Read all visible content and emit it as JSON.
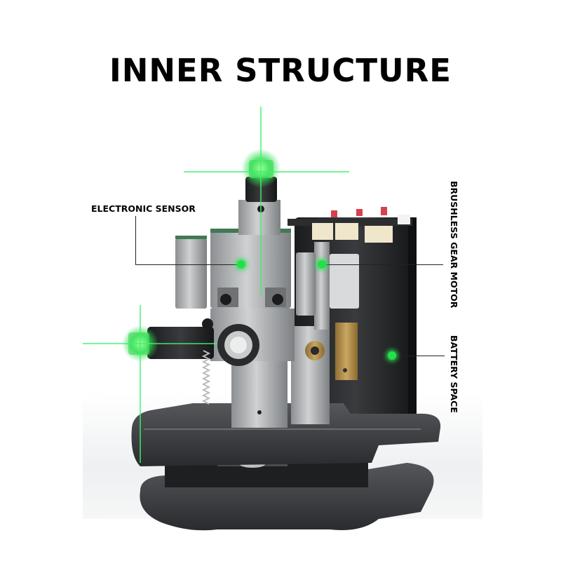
{
  "title": "INNER STRUCTURE",
  "callouts": [
    {
      "id": "electronic-sensor",
      "label": "ELECTRONIC SENSOR",
      "orientation": "horizontal"
    },
    {
      "id": "brushless-gear-motor",
      "label": "BRUSHLESS GEAR MOTOR",
      "orientation": "vertical"
    },
    {
      "id": "battery-space",
      "label": "BATTERY SPACE",
      "orientation": "vertical"
    }
  ],
  "colors": {
    "laser_green": "#22e04a",
    "body_dark": "#2a2b2e",
    "metal": "#a9acae",
    "brass": "#b8944a",
    "connector": "#efe6cc",
    "connector_red": "#d8404e",
    "leader_line": "#222222"
  }
}
